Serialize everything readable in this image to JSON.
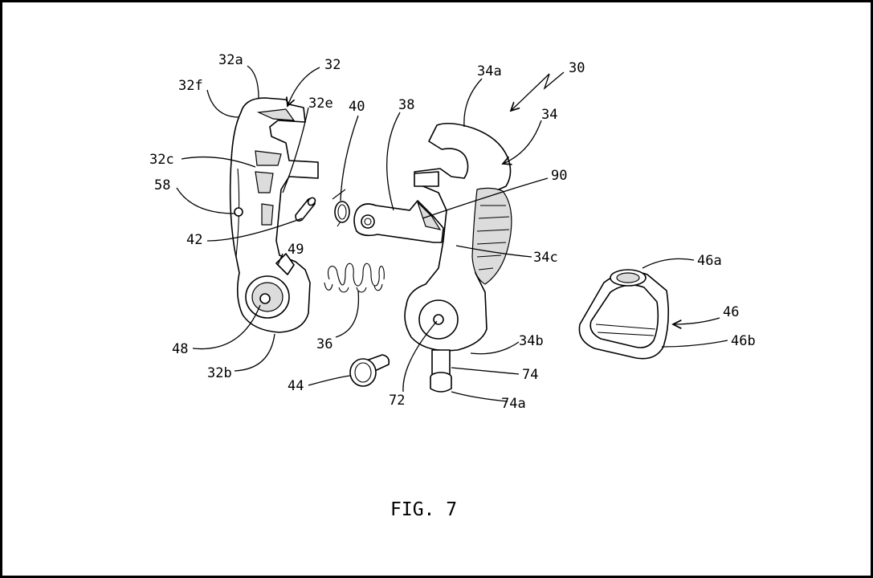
{
  "figure": {
    "caption": "FIG. 7",
    "colors": {
      "line": "#000000",
      "background": "#ffffff",
      "shading": "#dcdcdc"
    }
  },
  "labels": {
    "r32a": "32a",
    "r32": "32",
    "r32f": "32f",
    "r32e": "32e",
    "r32c": "32c",
    "r58": "58",
    "r42": "42",
    "r49": "49",
    "r48": "48",
    "r32b": "32b",
    "r40": "40",
    "r38": "38",
    "r36": "36",
    "r44": "44",
    "r34a": "34a",
    "r30": "30",
    "r34": "34",
    "r90": "90",
    "r34c": "34c",
    "r34b": "34b",
    "r74": "74",
    "r72": "72",
    "r74a": "74a",
    "r46a": "46a",
    "r46": "46",
    "r46b": "46b"
  }
}
